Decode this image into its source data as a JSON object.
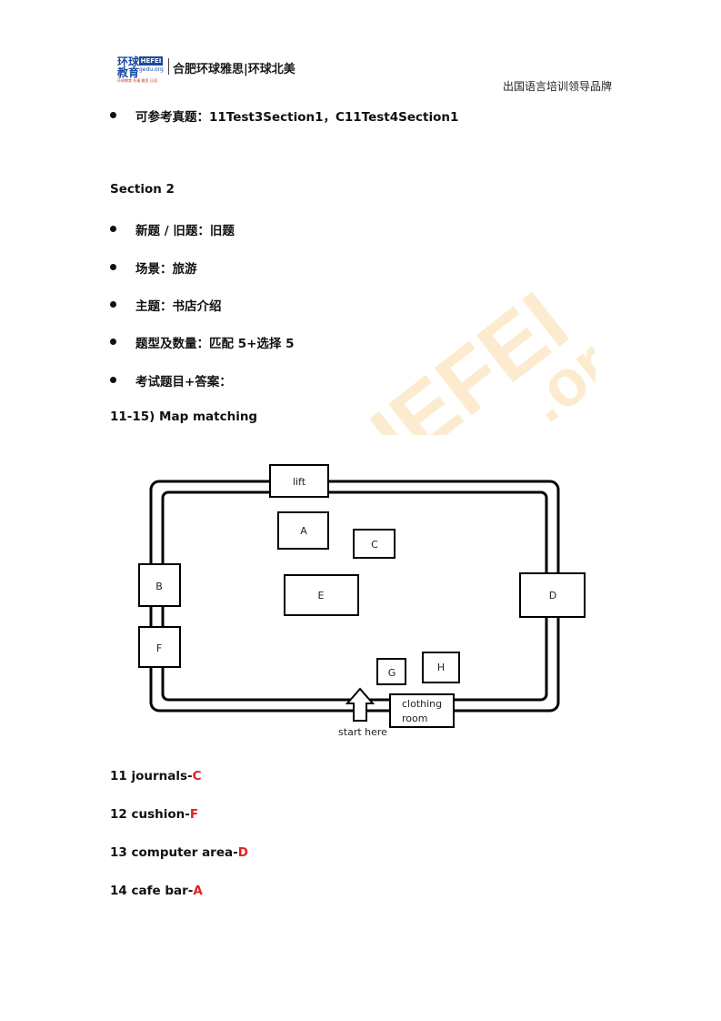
{
  "header": {
    "logo_cn": "环球教育",
    "logo_badge": "HEFEI",
    "logo_url": "gedu.org",
    "logo_tag": "环球教育 托福 雅思 日语",
    "logo_text": "合肥环球雅思|环球北美",
    "right_text": "出国语言培训领导品牌"
  },
  "reference": "可参考真题：11Test3Section1，C11Test4Section1",
  "section_title": "Section 2",
  "bullets": [
    "新题 / 旧题：旧题",
    "场景：旅游",
    "主题：书店介绍",
    "题型及数量：匹配 5+选择 5",
    "考试题目+答案："
  ],
  "question_heading": "11-15) Map matching",
  "watermark": {
    "text": "HEFEI",
    "text2": ".org",
    "color": "#f5a623"
  },
  "map": {
    "lift": "lift",
    "A": "A",
    "B": "B",
    "C": "C",
    "D": "D",
    "E": "E",
    "F": "F",
    "G": "G",
    "H": "H",
    "clothing_room_line1": "clothing",
    "clothing_room_line2": "room",
    "start": "start here"
  },
  "answers": [
    {
      "q": "11 journals-",
      "a": "C"
    },
    {
      "q": "12 cushion-",
      "a": "F"
    },
    {
      "q": "13 computer area-",
      "a": "D"
    },
    {
      "q": "14 cafe bar-",
      "a": "A"
    }
  ],
  "colors": {
    "answer": "#e02020",
    "logo": "#1a4aa0"
  }
}
